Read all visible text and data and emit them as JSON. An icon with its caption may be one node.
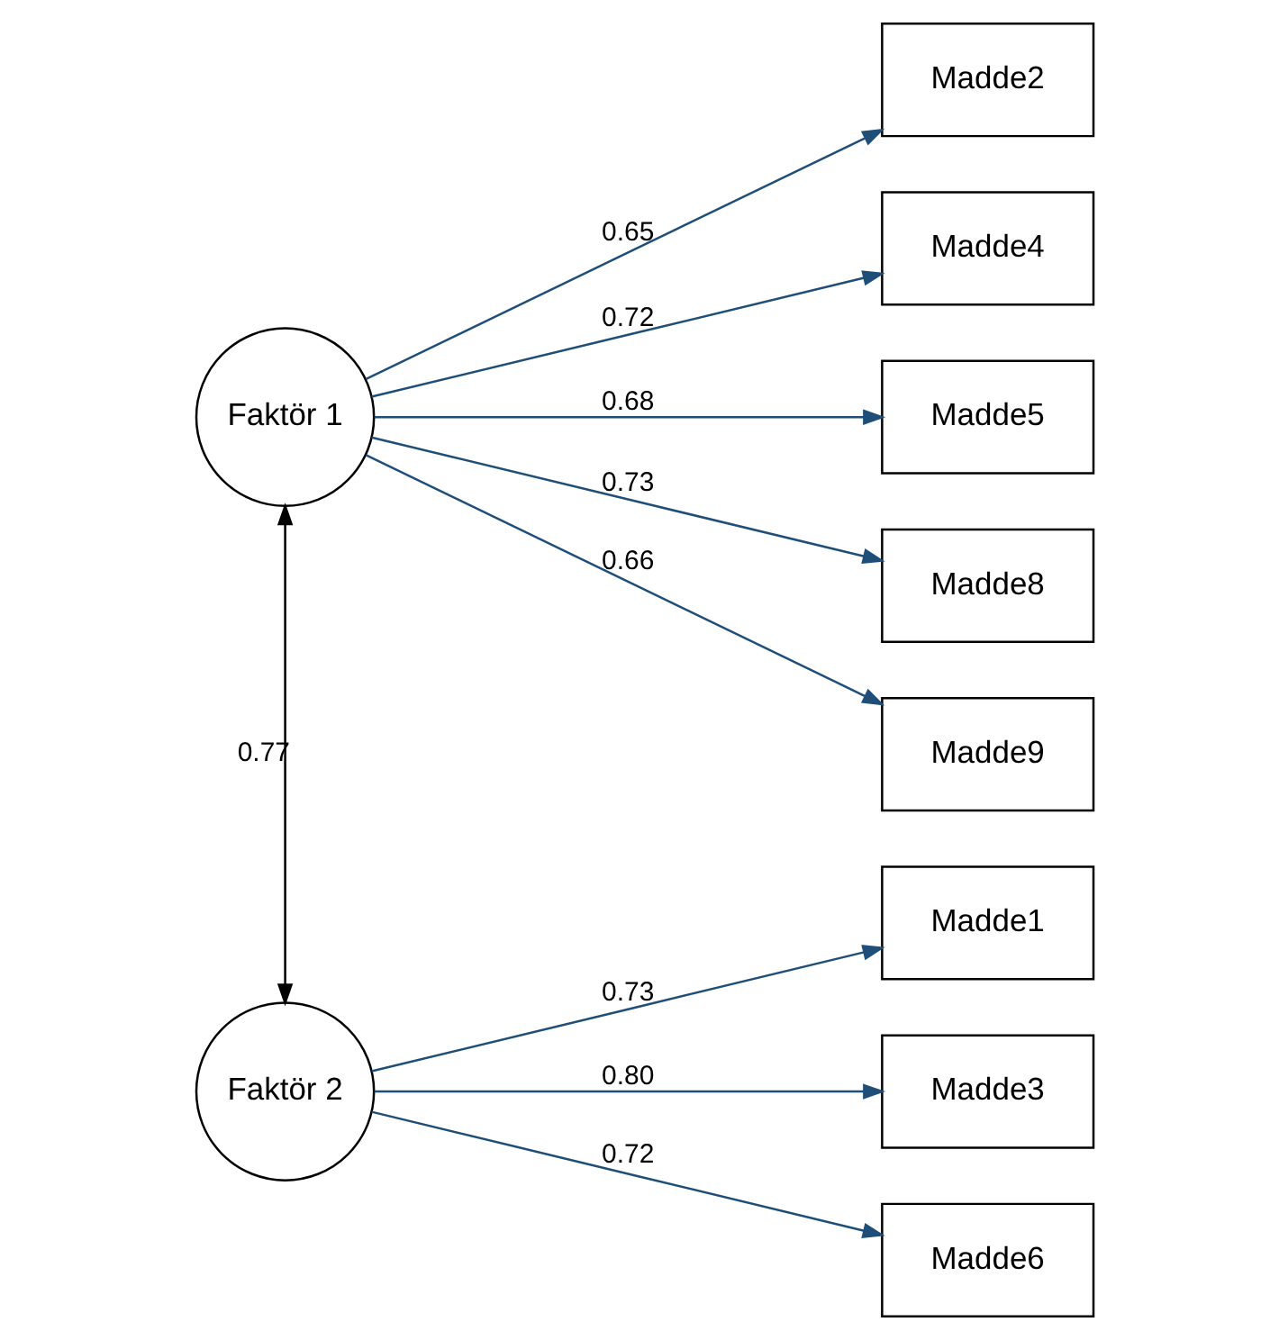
{
  "diagram": {
    "nodes": [
      {
        "text": [
          "Faktör 1"
        ]
      },
      {
        "text": [
          "Faktör 2"
        ]
      },
      {
        "text": [
          "Madde2"
        ]
      },
      {
        "text": [
          "Madde4"
        ]
      },
      {
        "text": [
          "Madde5"
        ]
      },
      {
        "text": [
          "Madde8"
        ]
      },
      {
        "text": [
          "Madde9"
        ]
      },
      {
        "text": [
          "Madde1"
        ]
      },
      {
        "text": [
          "Madde3"
        ]
      },
      {
        "text": [
          "Madde6"
        ]
      }
    ],
    "edges": [
      {
        "from": 0,
        "to": 1,
        "arrow": "both",
        "label": "0.77",
        "color": "#000000"
      },
      {
        "from": 0,
        "to": 2,
        "arrow": "to",
        "label": "0.65"
      },
      {
        "from": 0,
        "to": 3,
        "arrow": "to",
        "label": "0.72"
      },
      {
        "from": 0,
        "to": 4,
        "arrow": "to",
        "label": "0.68"
      },
      {
        "from": 0,
        "to": 5,
        "arrow": "to",
        "label": "0.73"
      },
      {
        "from": 0,
        "to": 6,
        "arrow": "to",
        "label": "0.66"
      },
      {
        "from": 1,
        "to": 7,
        "arrow": "to",
        "label": "0.73"
      },
      {
        "from": 1,
        "to": 8,
        "arrow": "to",
        "label": "0.80"
      },
      {
        "from": 1,
        "to": 9,
        "arrow": "to",
        "label": "0.72"
      }
    ]
  }
}
